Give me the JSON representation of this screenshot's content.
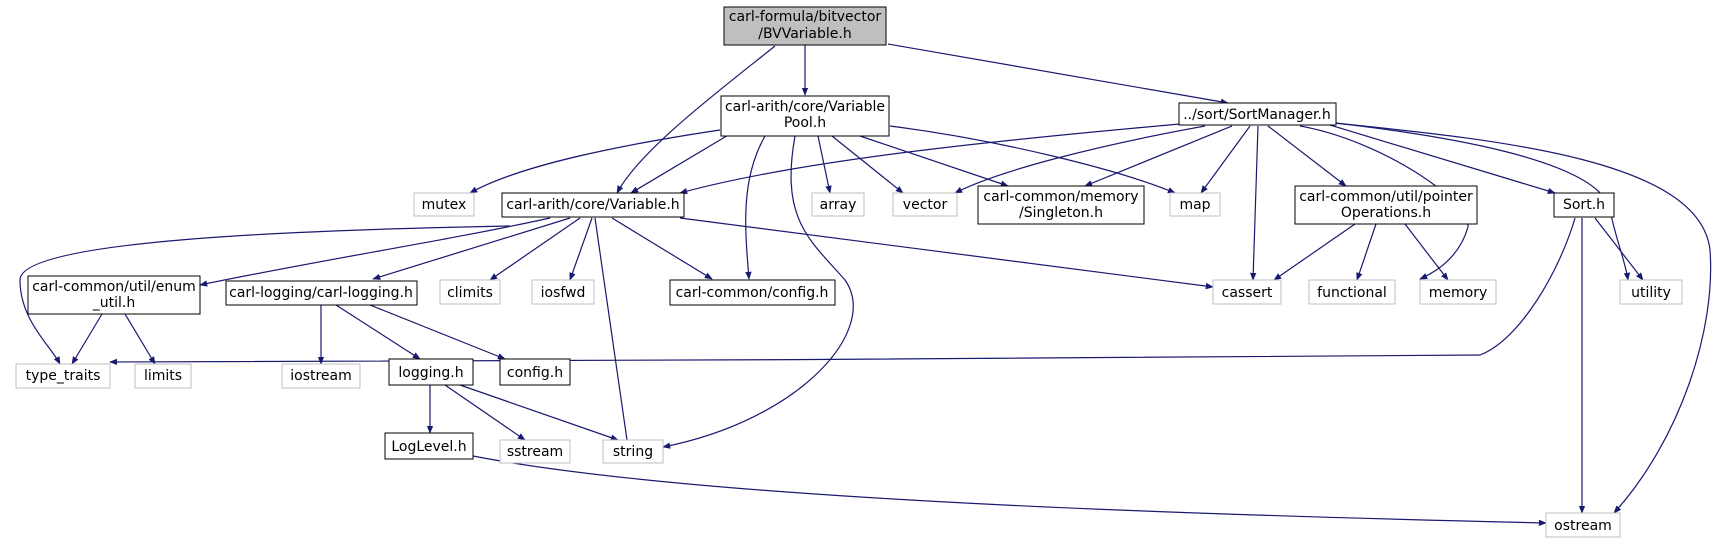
{
  "graph": {
    "root_fill": "#bfbfbf",
    "edge_color": "#191970",
    "node_border_dark": "#000000",
    "node_border_light": "#bfbfbf"
  },
  "nodes": {
    "root": [
      "carl-formula/bitvector",
      "/BVVariable.h"
    ],
    "variable_pool": [
      "carl-arith/core/Variable",
      "Pool.h"
    ],
    "sort_manager": [
      "../sort/SortManager.h"
    ],
    "mutex": [
      "mutex"
    ],
    "variable": [
      "carl-arith/core/Variable.h"
    ],
    "array": [
      "array"
    ],
    "vector": [
      "vector"
    ],
    "singleton": [
      "carl-common/memory",
      "/Singleton.h"
    ],
    "map": [
      "map"
    ],
    "pointer_ops": [
      "carl-common/util/pointer",
      "Operations.h"
    ],
    "sort": [
      "Sort.h"
    ],
    "enum_util": [
      "carl-common/util/enum",
      "_util.h"
    ],
    "carl_logging": [
      "carl-logging/carl-logging.h"
    ],
    "climits": [
      "climits"
    ],
    "iosfwd": [
      "iosfwd"
    ],
    "carl_config": [
      "carl-common/config.h"
    ],
    "cassert": [
      "cassert"
    ],
    "functional": [
      "functional"
    ],
    "memory": [
      "memory"
    ],
    "utility": [
      "utility"
    ],
    "type_traits": [
      "type_traits"
    ],
    "limits": [
      "limits"
    ],
    "iostream": [
      "iostream"
    ],
    "logging": [
      "logging.h"
    ],
    "config": [
      "config.h"
    ],
    "loglevel": [
      "LogLevel.h"
    ],
    "sstream": [
      "sstream"
    ],
    "string": [
      "string"
    ],
    "ostream": [
      "ostream"
    ]
  }
}
